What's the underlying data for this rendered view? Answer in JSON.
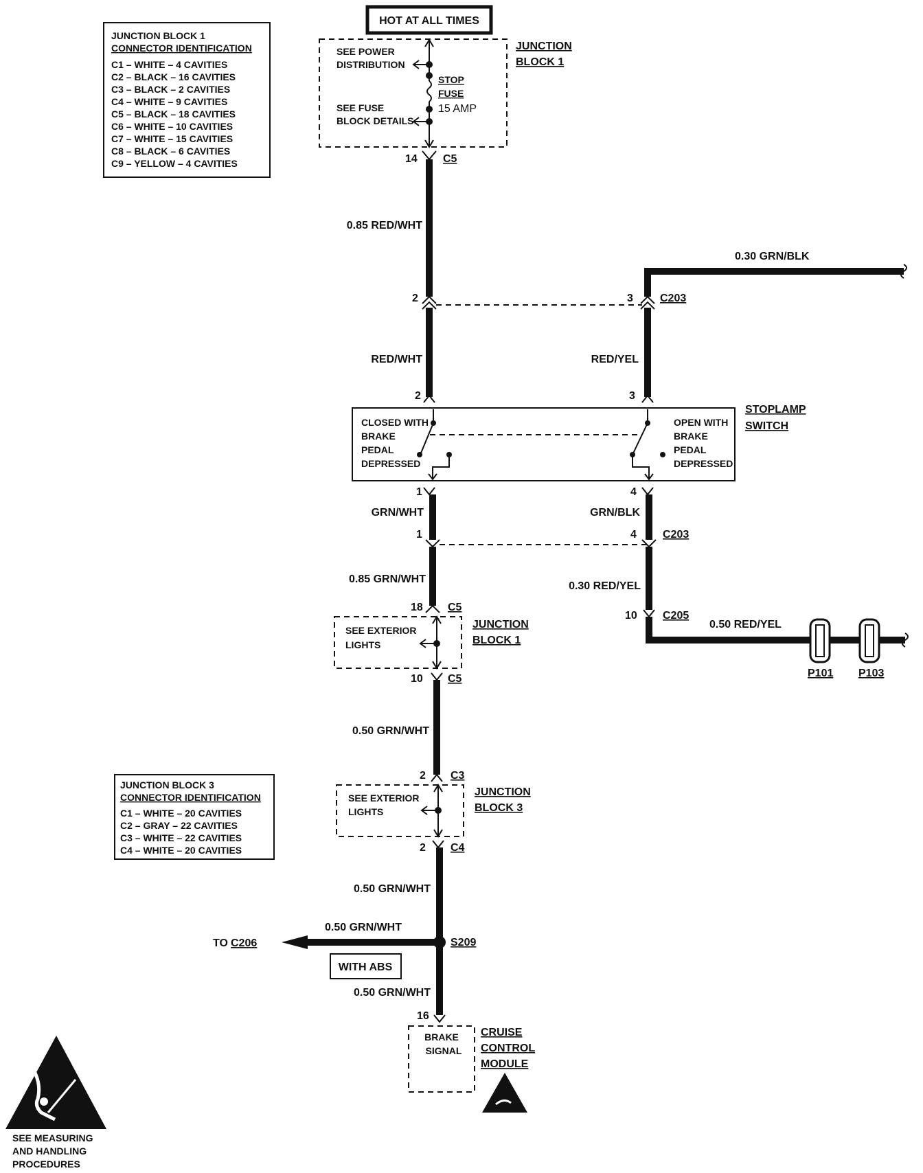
{
  "hot_label": "HOT AT ALL TIMES",
  "jb1_id": {
    "title1": "JUNCTION BLOCK 1",
    "title2": "CONNECTOR IDENTIFICATION",
    "rows": [
      "C1 – WHITE – 4 CAVITIES",
      "C2 – BLACK – 16 CAVITIES",
      "C3 – BLACK – 2 CAVITIES",
      "C4 – WHITE – 9 CAVITIES",
      "C5 – BLACK – 18 CAVITIES",
      "C6 – WHITE – 10 CAVITIES",
      "C7 – WHITE – 15 CAVITIES",
      "C8 – BLACK – 6 CAVITIES",
      "C9 – YELLOW – 4 CAVITIES"
    ]
  },
  "jb3_id": {
    "title1": "JUNCTION BLOCK 3",
    "title2": "CONNECTOR IDENTIFICATION",
    "rows": [
      "C1 – WHITE – 20 CAVITIES",
      "C2 – GRAY – 22 CAVITIES",
      "C3 – WHITE – 22 CAVITIES",
      "C4 – WHITE – 20 CAVITIES"
    ]
  },
  "fuse_box": {
    "see_power_1": "SEE POWER",
    "see_power_2": "DISTRIBUTION",
    "see_fuse_1": "SEE FUSE",
    "see_fuse_2": "BLOCK DETAILS",
    "fuse_name_1": "STOP",
    "fuse_name_2": "FUSE",
    "fuse_rating": "15 AMP",
    "block_1": "JUNCTION",
    "block_2": "BLOCK 1"
  },
  "connectors": {
    "c5": "C5",
    "c203": "C203",
    "c205": "C205",
    "c3": "C3",
    "c4": "C4",
    "s209": "S209",
    "c206": "C206",
    "p101": "P101",
    "p103": "P103"
  },
  "pins": {
    "p14": "14",
    "p2": "2",
    "p3": "3",
    "p1": "1",
    "p4": "4",
    "p18": "18",
    "p10": "10",
    "p16": "16"
  },
  "wires": {
    "w085_red_wht": "0.85 RED/WHT",
    "w030_grn_blk": "0.30 GRN/BLK",
    "red_wht": "RED/WHT",
    "red_yel": "RED/YEL",
    "grn_wht": "GRN/WHT",
    "grn_blk": "GRN/BLK",
    "w085_grn_wht": "0.85 GRN/WHT",
    "w030_red_yel": "0.30 RED/YEL",
    "w050_red_yel": "0.50 RED/YEL",
    "w050_grn_wht": "0.50 GRN/WHT"
  },
  "stoplamp": {
    "closed_1": "CLOSED WITH",
    "closed_2": "BRAKE",
    "closed_3": "PEDAL",
    "closed_4": "DEPRESSED",
    "open_1": "OPEN WITH",
    "open_2": "BRAKE",
    "open_3": "PEDAL",
    "open_4": "DEPRESSED",
    "name_1": "STOPLAMP",
    "name_2": "SWITCH"
  },
  "jb1_lower": {
    "see_1": "SEE EXTERIOR",
    "see_2": "LIGHTS",
    "name_1": "JUNCTION",
    "name_2": "BLOCK 1"
  },
  "jb3_lower": {
    "see_1": "SEE EXTERIOR",
    "see_2": "LIGHTS",
    "name_1": "JUNCTION",
    "name_2": "BLOCK 3"
  },
  "to_label": "TO",
  "with_abs": "WITH ABS",
  "cruise": {
    "sig_1": "BRAKE",
    "sig_2": "SIGNAL",
    "name_1": "CRUISE",
    "name_2": "CONTROL",
    "name_3": "MODULE"
  },
  "esd": {
    "line1": "SEE MEASURING",
    "line2": "AND HANDLING",
    "line3": "PROCEDURES"
  }
}
